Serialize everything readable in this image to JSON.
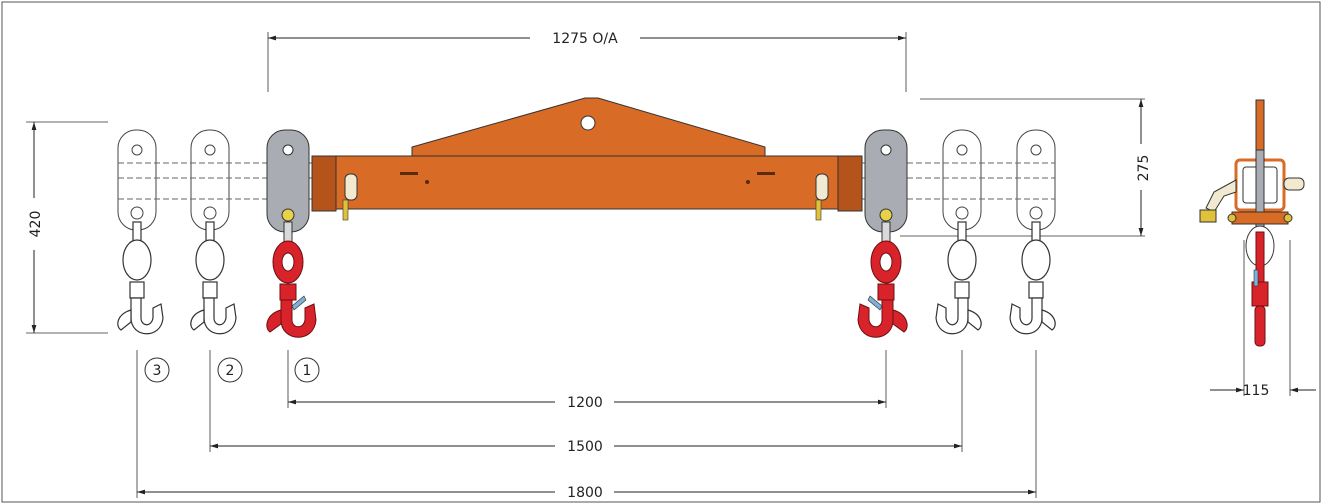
{
  "dimensions": {
    "overall_length": "1275 O/A",
    "height_hooks": "420",
    "height_beam": "275",
    "width_side": "115",
    "span_position_1": "1200",
    "span_position_2": "1500",
    "span_position_3": "1800"
  },
  "positions": {
    "p1": "1",
    "p2": "2",
    "p3": "3"
  },
  "colors": {
    "beam": "#d86b25",
    "hook": "#d8232a",
    "plate": "#a9adb3",
    "line": "#222222"
  }
}
